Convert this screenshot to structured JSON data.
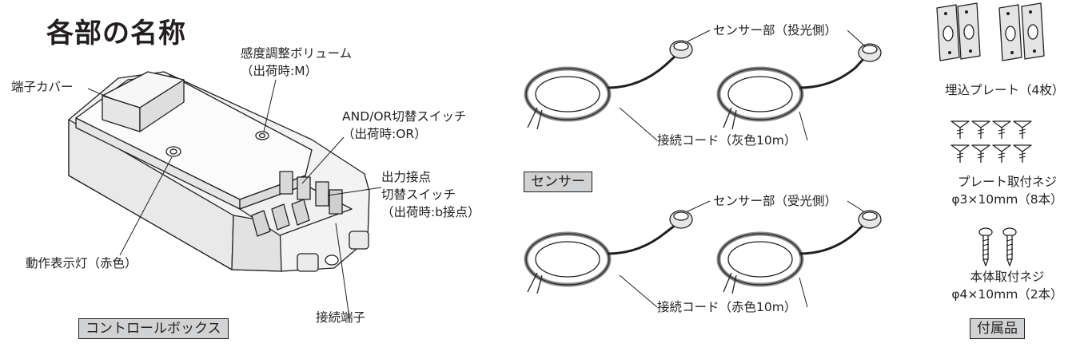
{
  "title": "各部の名称",
  "control_box": {
    "caption": "コントロールボックス",
    "labels": {
      "terminal_cover": "端子カバー",
      "sensitivity": "感度調整ボリューム",
      "sensitivity_default": "（出荷時:M）",
      "and_or": "AND/OR切替スイッチ",
      "and_or_default": "（出荷時:OR）",
      "output1": "出力接点",
      "output2": "切替スイッチ",
      "output_default": "（出荷時:b接点）",
      "indicator": "動作表示灯（赤色）",
      "connection_terminal": "接続端子"
    }
  },
  "sensor": {
    "caption": "センサー",
    "emitter": "センサー部（投光側）",
    "emitter_cord": "接続コード（灰色10m）",
    "receiver": "センサー部（受光側）",
    "receiver_cord": "接続コード（赤色10m）"
  },
  "accessories": {
    "caption": "付属品",
    "plate": "埋込プレート（4枚）",
    "plate_screw1": "プレート取付ネジ",
    "plate_screw2": "φ3×10mm（8本）",
    "body_screw1": "本体取付ネジ",
    "body_screw2": "φ4×10mm（2本）"
  }
}
